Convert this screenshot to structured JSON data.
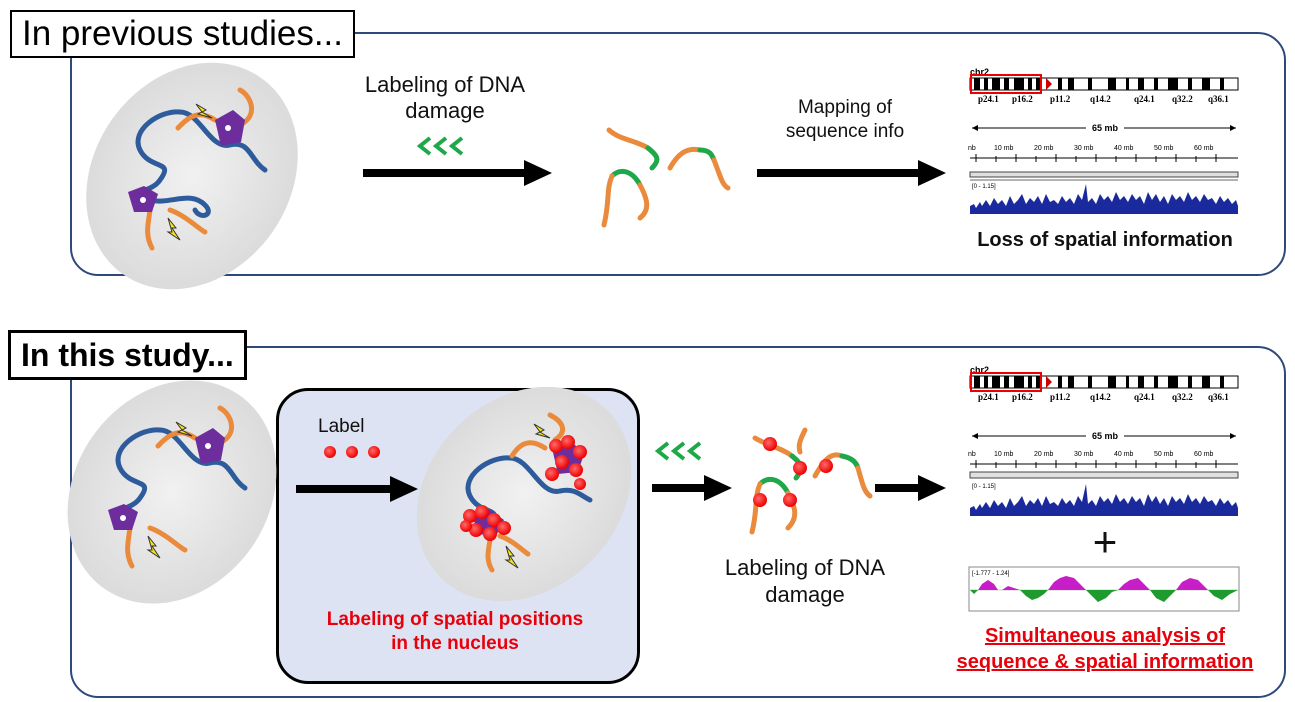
{
  "top_panel": {
    "tag": "In previous studies...",
    "label_damage_line1": "Labeling of DNA",
    "label_damage_line2": "damage",
    "label_mapping_line1": "Mapping of",
    "label_mapping_line2": "sequence info",
    "result": "Loss of spatial information"
  },
  "bottom_panel": {
    "tag": "In this study...",
    "label_word": "Label",
    "box_caption_line1": "Labeling of spatial positions",
    "box_caption_line2": "in the nucleus",
    "label_damage_line1": "Labeling of DNA",
    "label_damage_line2": "damage",
    "plus": "+",
    "result_line1": "Simultaneous analysis of",
    "result_line2": "sequence & spatial information"
  },
  "genome_browser": {
    "chrom": "chr2",
    "bands": [
      "p24.1",
      "p16.2",
      "p11.2",
      "q14.2",
      "q24.1",
      "q32.2",
      "q36.1"
    ],
    "span": "65 mb",
    "ticks": [
      "nb",
      "10 mb",
      "20 mb",
      "30 mb",
      "40 mb",
      "50 mb",
      "60 mb"
    ],
    "range1": "[0 - 1.15]",
    "range2": "[-1.777 - 1.24]"
  },
  "colors": {
    "panel_border": "#2e4a7d",
    "dna_blue": "#2d5b9b",
    "dna_orange": "#e98a3c",
    "dna_green": "#1fa84a",
    "protein_purple": "#6e2d9c",
    "lightning": "#f6e51c",
    "label_red": "#ff1a1a",
    "signal_navy": "#1a2a9c",
    "signal_magenta": "#c81ec8",
    "signal_green": "#1e9a2e",
    "inner_box": "#dde3f2"
  }
}
